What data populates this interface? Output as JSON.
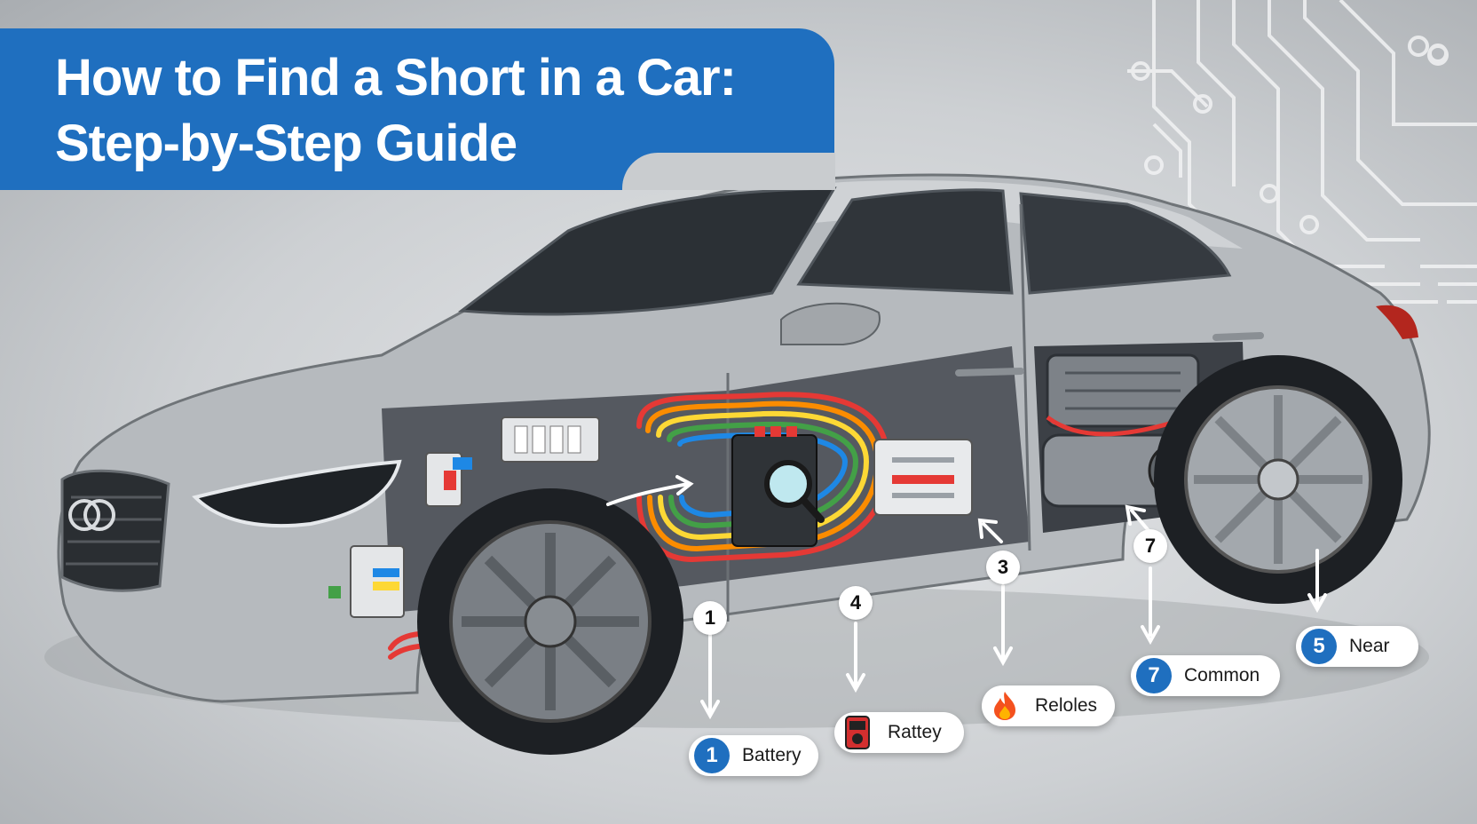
{
  "title": {
    "line1": "How to Find a Short in a Car:",
    "line2": "Step-by-Step Guide"
  },
  "callouts": [
    {
      "number": "1",
      "pill_label": "Battery",
      "pill_badge": "1",
      "icon": "number-badge"
    },
    {
      "number": "4",
      "pill_label": "Rattey",
      "icon": "multimeter-icon"
    },
    {
      "number": "3",
      "pill_label": "Reloles",
      "icon": "flame-icon"
    },
    {
      "number": "7",
      "pill_label": "Common",
      "pill_badge": "7",
      "icon": "number-badge"
    },
    {
      "pill_label": "Near",
      "pill_badge": "5",
      "icon": "number-badge"
    }
  ],
  "colors": {
    "accent": "#1f6fbf",
    "car_body": "#b9bdc1",
    "wire_red": "#e53935",
    "wire_orange": "#fb8c00",
    "wire_yellow": "#fdd835",
    "wire_green": "#43a047",
    "wire_blue": "#1e88e5",
    "flame": "#f4511e"
  }
}
